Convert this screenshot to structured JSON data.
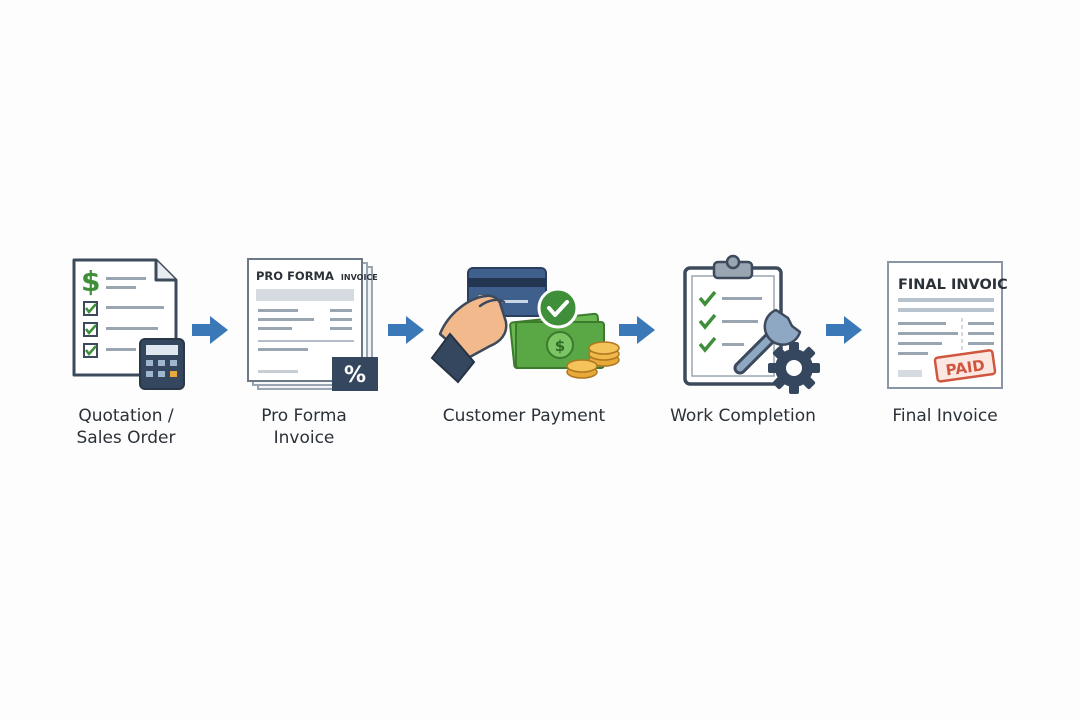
{
  "steps": [
    {
      "id": "quotation",
      "label_line1": "Quotation /",
      "label_line2": "Sales Order",
      "icon": "quotation-document-icon"
    },
    {
      "id": "proforma",
      "label_line1": "Pro Forma",
      "label_line2": "Invoice",
      "doc_title": "PRO FORMA",
      "doc_title_small": "INVOICE",
      "icon": "proforma-invoice-icon"
    },
    {
      "id": "payment",
      "label_line1": "Customer Payment",
      "label_line2": "",
      "icon": "customer-payment-icon"
    },
    {
      "id": "work",
      "label_line1": "Work Completion",
      "label_line2": "",
      "icon": "work-completion-icon"
    },
    {
      "id": "final",
      "label_line1": "Final Invoice",
      "label_line2": "",
      "doc_title": "FINAL INVOICE",
      "stamp": "PAID",
      "icon": "final-invoice-icon"
    }
  ],
  "colors": {
    "outline": "#3c4a5c",
    "arrow": "#3a78b8",
    "check": "#3f8f3a",
    "money": "#5aa845",
    "coin": "#e8a93a",
    "stamp": "#d0563e",
    "badge": "#35475e",
    "text": "#2b3138"
  }
}
